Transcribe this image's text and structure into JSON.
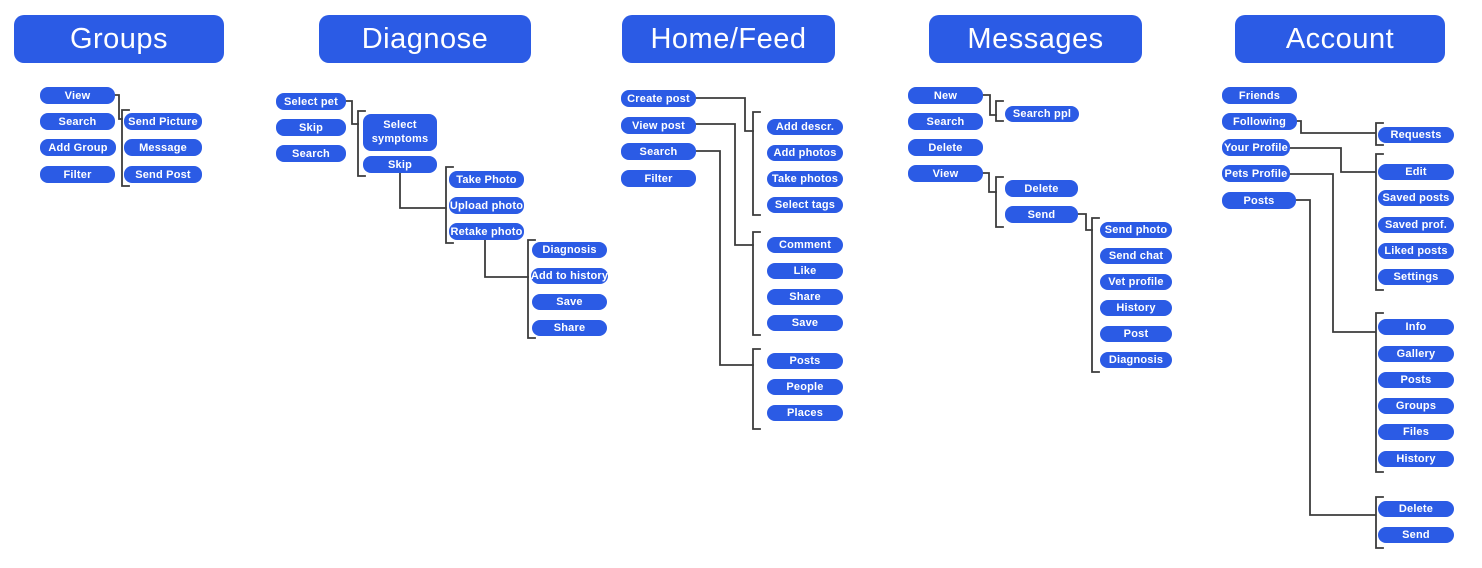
{
  "colors": {
    "node_fill": "#2b5be5",
    "node_text": "#ffffff",
    "connector": "#3c3c3c",
    "background": "#ffffff"
  },
  "sections": {
    "groups": {
      "title": "Groups",
      "items": [
        "View",
        "Search",
        "Add Group",
        "Filter"
      ],
      "view_children": [
        "Send Picture",
        "Message",
        "Send Post"
      ]
    },
    "diagnose": {
      "title": "Diagnose",
      "items": [
        "Select pet",
        "Skip",
        "Search"
      ],
      "symptom_step": [
        "Select symptoms",
        "Skip"
      ],
      "photo_step": [
        "Take Photo",
        "Upload photo",
        "Retake photo"
      ],
      "result_step": [
        "Diagnosis",
        "Add to history",
        "Save",
        "Share"
      ]
    },
    "home_feed": {
      "title": "Home/Feed",
      "items": [
        "Create post",
        "View post",
        "Search",
        "Filter"
      ],
      "create_post_children": [
        "Add descr.",
        "Add photos",
        "Take photos",
        "Select tags"
      ],
      "view_post_children": [
        "Comment",
        "Like",
        "Share",
        "Save"
      ],
      "search_children": [
        "Posts",
        "People",
        "Places"
      ]
    },
    "messages": {
      "title": "Messages",
      "items": [
        "New",
        "Search",
        "Delete",
        "View"
      ],
      "new_children": [
        "Search ppl"
      ],
      "view_children": [
        "Delete",
        "Send"
      ],
      "send_children": [
        "Send photo",
        "Send chat",
        "Vet profile",
        "History",
        "Post",
        "Diagnosis"
      ]
    },
    "account": {
      "title": "Account",
      "items": [
        "Friends",
        "Following",
        "Your Profile",
        "Pets Profile",
        "Posts"
      ],
      "following_children": [
        "Requests"
      ],
      "your_profile_children": [
        "Edit",
        "Saved posts",
        "Saved prof.",
        "Liked posts",
        "Settings"
      ],
      "pets_profile_children": [
        "Info",
        "Gallery",
        "Posts",
        "Groups",
        "Files",
        "History"
      ],
      "posts_children": [
        "Delete",
        "Send"
      ]
    }
  }
}
